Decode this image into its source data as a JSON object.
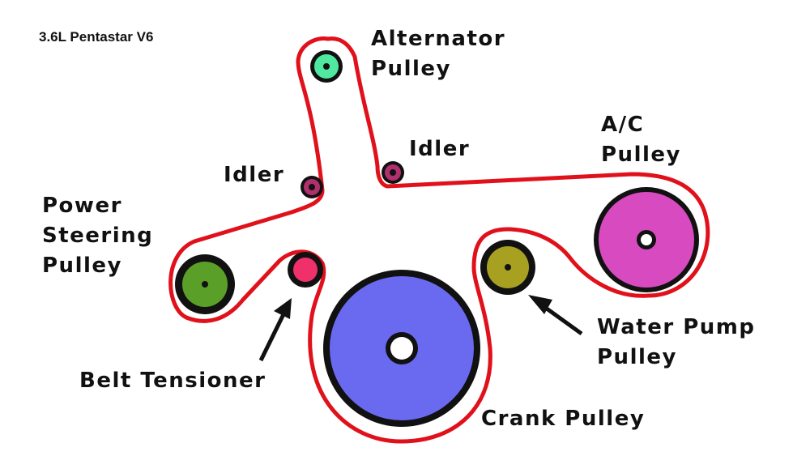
{
  "title": "3.6L Pentastar V6",
  "labels": {
    "alternator": [
      "Alternator",
      "Pulley"
    ],
    "idler_left": "Idler",
    "idler_right": "Idler",
    "ac": [
      "A/C",
      "Pulley"
    ],
    "power_steering": [
      "Power",
      "Steering",
      "Pulley"
    ],
    "belt_tensioner": "Belt Tensioner",
    "water_pump": [
      "Water Pump",
      "Pulley"
    ],
    "crank": "Crank Pulley"
  },
  "colors": {
    "belt": "#e0111b",
    "alternator": "#50e8a0",
    "idler": "#b0306e",
    "ac": "#d84ac0",
    "power_steering": "#5aa028",
    "belt_tensioner": "#f0306a",
    "water_pump": "#a8a020",
    "crank": "#6a6af0"
  }
}
